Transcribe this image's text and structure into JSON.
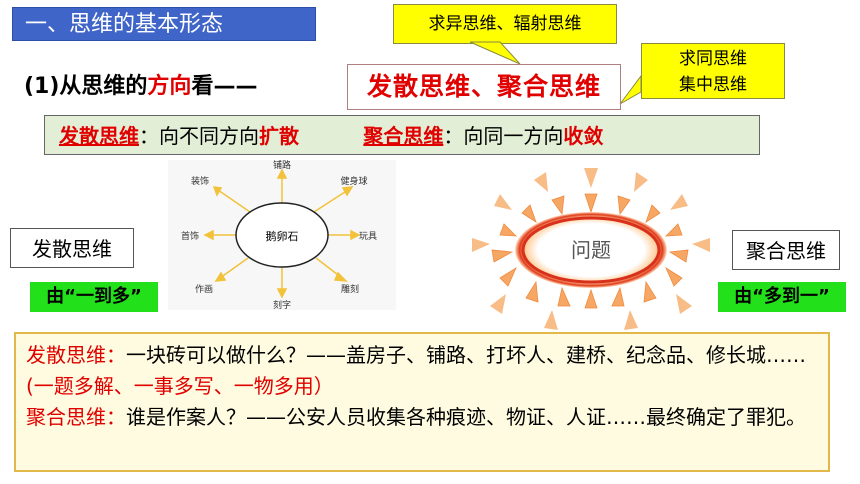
{
  "title_bar": {
    "text": "一、思维的基本形态"
  },
  "callout_divergent": {
    "text": "求异思维、辐射思维"
  },
  "callout_convergent": {
    "line1": "求同思维",
    "line2": "集中思维"
  },
  "heading": {
    "prefix": "(1)从思维的",
    "highlight": "方向",
    "suffix": "看——"
  },
  "types_box": {
    "text": "发散思维、聚合思维"
  },
  "definitions": {
    "divergent_term": "发散思维",
    "divergent_desc": "：向不同方向",
    "divergent_key": "扩散",
    "convergent_term": "聚合思维",
    "convergent_desc": "：向同一方向",
    "convergent_key": "收敛"
  },
  "diagram_left": {
    "center": "鹅卵石",
    "outputs": [
      "铺路",
      "健身球",
      "玩具",
      "雕刻",
      "刻字",
      "作画",
      "首饰",
      "装饰"
    ]
  },
  "diagram_right": {
    "center": "问题"
  },
  "label_divergent": "发散思维",
  "label_convergent": "聚合思维",
  "badge_left": "由“一到多”",
  "badge_right": "由“多到一”",
  "examples": {
    "divergent_label": "发散思维：",
    "divergent_text": "一块砖可以做什么？——盖房子、铺路、打坏人、建桥、纪念品、修长城……",
    "divergent_note": "(一题多解、一事多写、一物多用）",
    "convergent_label": "聚合思维：",
    "convergent_text": "谁是作案人？——公安人员收集各种痕迹、物证、人证……最终确定了罪犯。"
  },
  "colors": {
    "accent_red": "#e00000",
    "title_blue": "#4065c8",
    "callout_yellow": "#ffff00",
    "badge_green": "#22e01a",
    "arrow_orange": "#f5a05a"
  }
}
